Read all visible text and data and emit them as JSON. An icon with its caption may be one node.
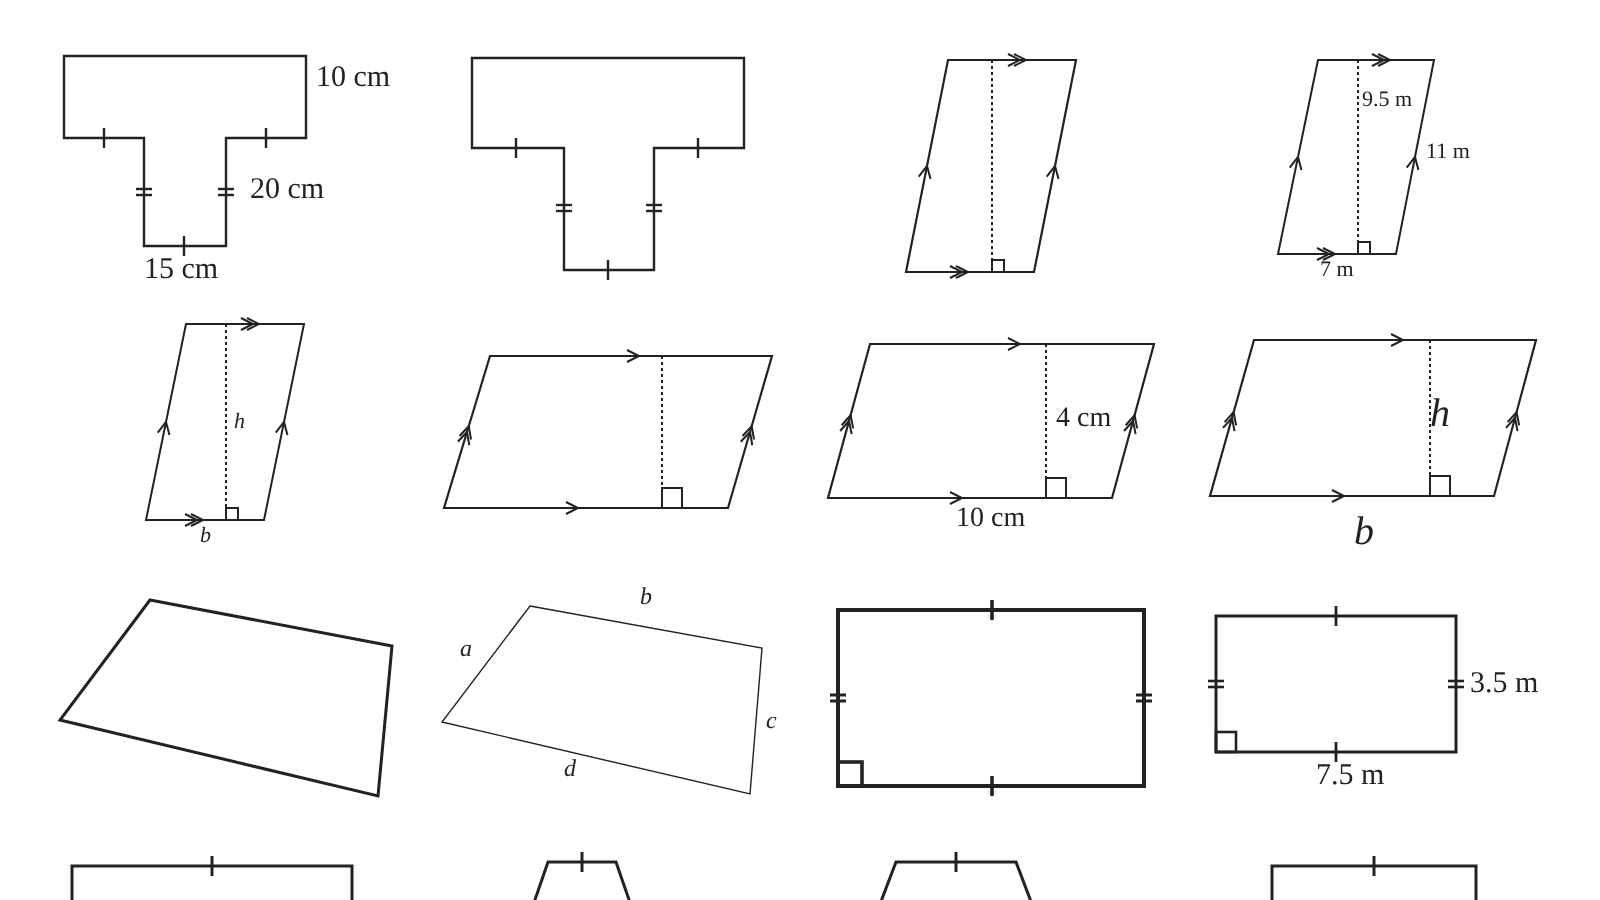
{
  "diagram": {
    "labels": [
      "10 cm",
      "20 cm",
      "15 cm",
      "9.5 m",
      "11 m",
      "7 m",
      "h",
      "b",
      "4 cm",
      "10 cm",
      "h",
      "b",
      "b",
      "a",
      "c",
      "d",
      "3.5 m",
      "7.5 m"
    ]
  }
}
